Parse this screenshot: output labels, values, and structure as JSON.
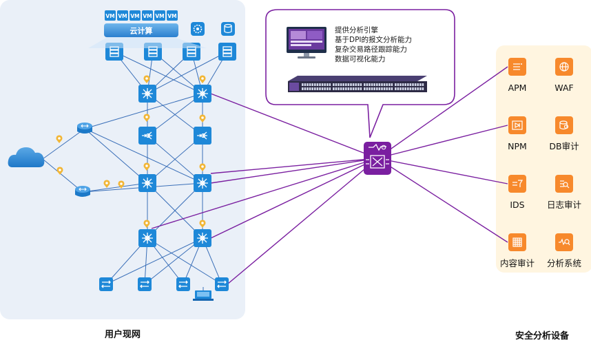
{
  "network": {
    "cloud_label": "云计算",
    "vm_label": "VM",
    "vm_count": 6,
    "caption": "用户现网"
  },
  "callout": {
    "lines": [
      "提供分析引擎",
      "基于DPI的报文分析能力",
      "复杂交易路径跟踪能力",
      "数据可视化能力"
    ]
  },
  "security": {
    "caption": "安全分析设备",
    "tools": [
      {
        "label": "APM",
        "icon": "list-icon"
      },
      {
        "label": "WAF",
        "icon": "globe-icon"
      },
      {
        "label": "NPM",
        "icon": "diode-icon"
      },
      {
        "label": "DB审计",
        "icon": "database-audit-icon"
      },
      {
        "label": "IDS",
        "icon": "filter-icon"
      },
      {
        "label": "日志审计",
        "icon": "log-search-icon"
      },
      {
        "label": "内容审计",
        "icon": "grid-icon"
      },
      {
        "label": "分析系统",
        "icon": "pulse-search-icon"
      }
    ]
  },
  "colors": {
    "network_panel": "#eaf0f8",
    "network_icon": "#1e88d8",
    "network_line": "#3a6fb8",
    "hub": "#7a1fa0",
    "hub_line": "#7a1fa0",
    "tool_panel": "#fff5e0",
    "tool_icon": "#f7892c",
    "pin": "#f2b636"
  }
}
